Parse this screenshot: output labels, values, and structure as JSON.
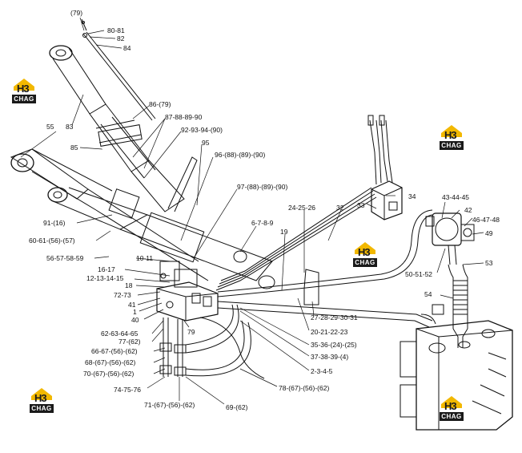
{
  "watermark": {
    "mark": "H3",
    "text": "CHAG"
  },
  "labels": {
    "l79top": "(79)",
    "l80": "80-81",
    "l82": "82",
    "l84": "84",
    "l55": "55",
    "l83": "83",
    "l86": "86-(79)",
    "l87": "87-88-89-90",
    "l92": "92-93-94-(90)",
    "l85": "85",
    "l95": "95",
    "l96": "96-(88)-(89)-(90)",
    "l97": "97-(88)-(89)-(90)",
    "l91": "91-(16)",
    "l60": "60-61-(56)-(57)",
    "l56": "56-57-58-59",
    "l10": "10-11",
    "l16": "16-17",
    "l12": "12-13-14-15",
    "l18": "18",
    "l72": "72-73",
    "l41": "41",
    "l1": "1",
    "l40": "40",
    "l62": "62-63-64-65",
    "l77": "77-(62)",
    "l79mid": "79",
    "l66": "66-67-(56)-(62)",
    "l68": "68-(67)-(56)-(62)",
    "l70": "70-(67)-(56)-(62)",
    "l74": "74-75-76",
    "l71": "71-(67)-(56)-(62)",
    "l69": "69-(62)",
    "l78": "78-(67)-(56)-(62)",
    "l2": "2-3-4-5",
    "l37": "37-38-39-(4)",
    "l35": "35-36-(24)-(25)",
    "l20": "20-21-22-23",
    "l27": "27-28-29-30-31",
    "l19": "19",
    "l6": "6-7-8-9",
    "l24": "24-25-26",
    "l32": "32",
    "l33": "33",
    "l34": "34",
    "l43": "43-44-45",
    "l42": "42",
    "l46": "46-47-48",
    "l49": "49",
    "l50": "50-51-52",
    "l53": "53",
    "l54": "54"
  }
}
